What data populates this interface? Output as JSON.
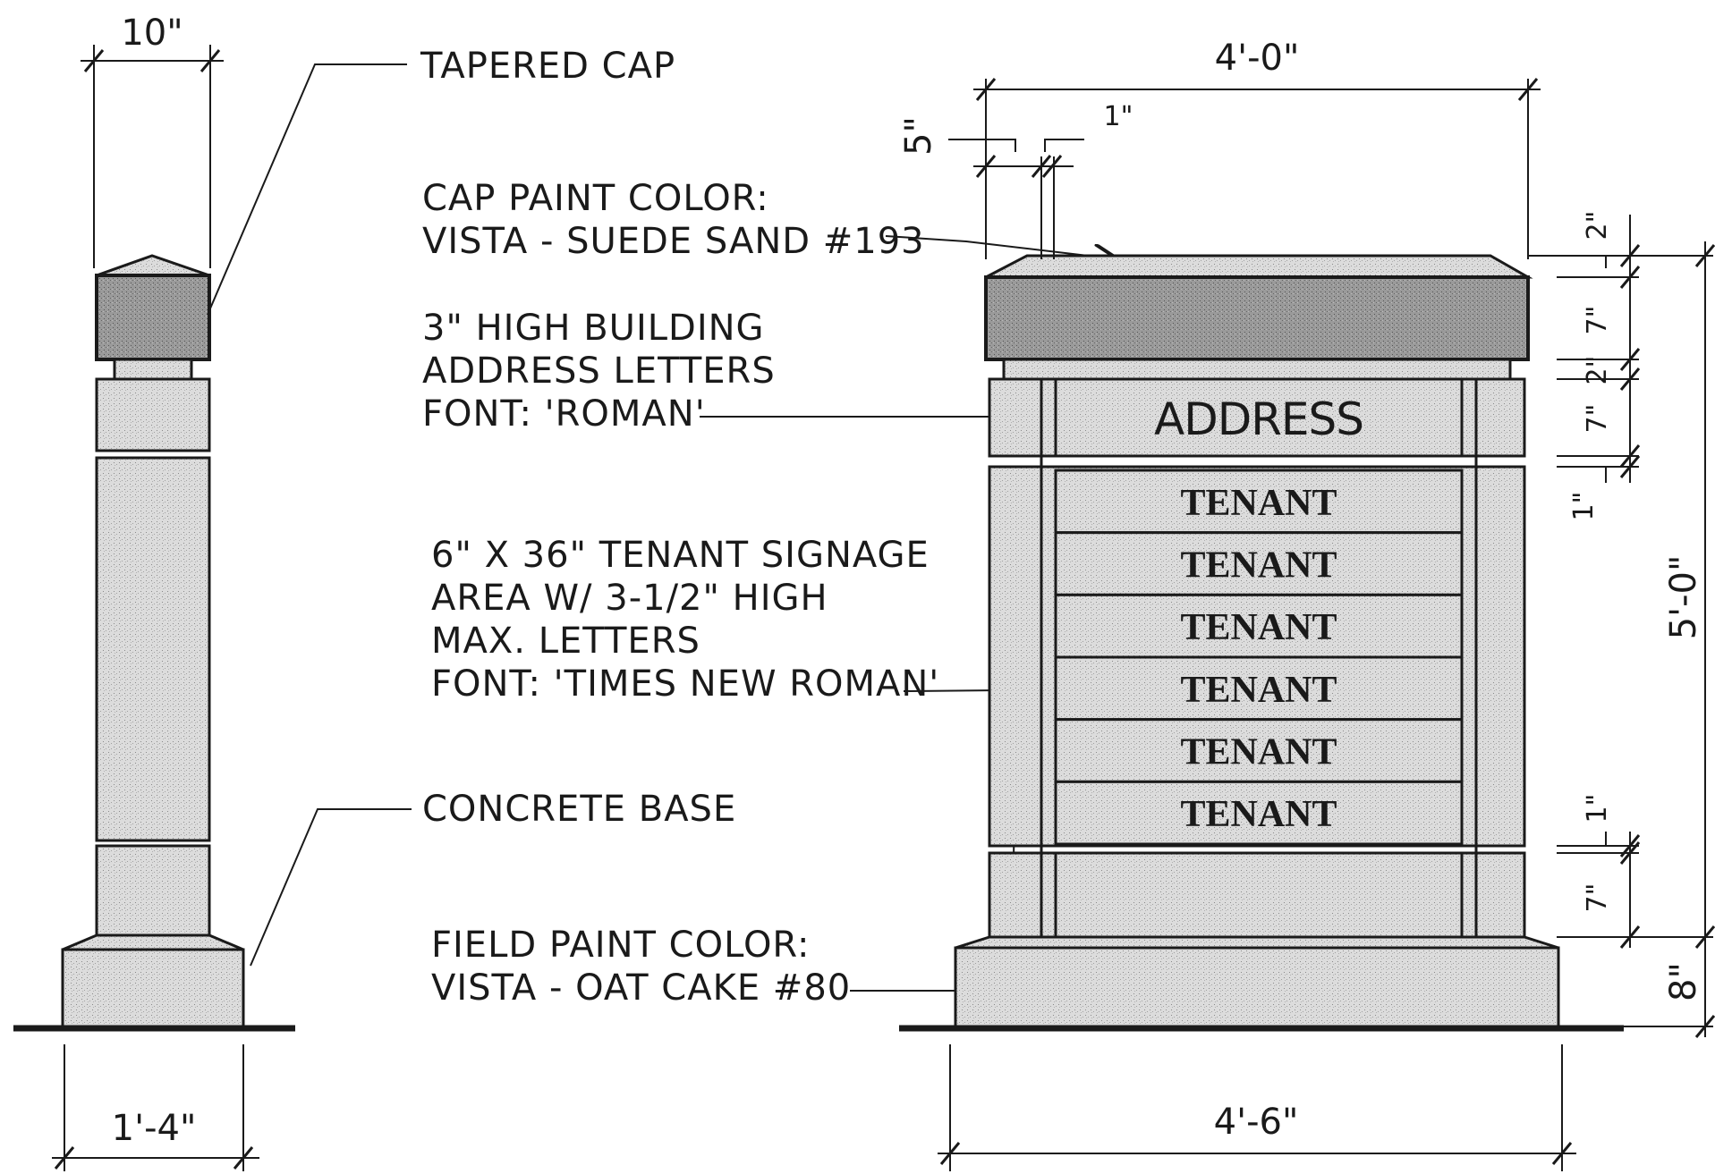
{
  "colors": {
    "ink": "#1a1a1a",
    "field_fill": "#dcdcdc",
    "cap_fill": "#9a9a9a"
  },
  "side_view": {
    "dim_cap_width": "10\"",
    "dim_base_width": "1'-4\""
  },
  "front_view": {
    "dim_overall_width": "4'-0\"",
    "dim_base_width": "4'-6\"",
    "dim_pier_width": "5\"",
    "dim_reveal": "1\"",
    "dim_overall_height": "5'-0\"",
    "dim_right_stack": [
      "2\"",
      "7\"",
      "2\"",
      "7\"",
      "1\""
    ],
    "dim_lower_1": "1\"",
    "dim_lower_7": "7\"",
    "dim_base_height": "8\"",
    "address_text": "ADDRESS",
    "tenant_panels": [
      "TENANT",
      "TENANT",
      "TENANT",
      "TENANT",
      "TENANT",
      "TENANT"
    ]
  },
  "notes": {
    "tapered_cap": "TAPERED CAP",
    "cap_paint_lines": [
      "CAP PAINT COLOR:",
      "VISTA - SUEDE SAND #193"
    ],
    "address_lines": [
      "3\" HIGH BUILDING",
      "ADDRESS LETTERS",
      "FONT: 'ROMAN'"
    ],
    "tenant_lines": [
      "6\" X 36\" TENANT SIGNAGE",
      "AREA W/ 3-1/2\" HIGH",
      "MAX. LETTERS",
      "FONT: 'TIMES NEW ROMAN'"
    ],
    "concrete_base": "CONCRETE BASE",
    "field_paint_lines": [
      "FIELD PAINT COLOR:",
      "VISTA - OAT CAKE #80"
    ]
  }
}
